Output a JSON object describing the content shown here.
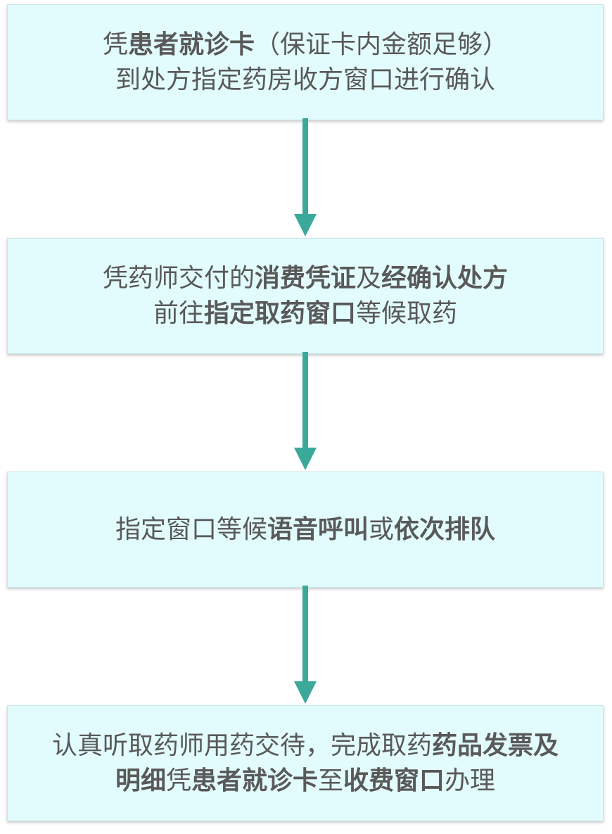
{
  "flowchart": {
    "steps": [
      {
        "lines": [
          [
            {
              "text": "凭",
              "bold": false
            },
            {
              "text": "患者就诊卡",
              "bold": true
            },
            {
              "text": "（保证卡内金额足够）",
              "bold": false
            }
          ],
          [
            {
              "text": "到处方指定药房收方窗口进行确认",
              "bold": false
            }
          ]
        ]
      },
      {
        "lines": [
          [
            {
              "text": "凭药师交付的",
              "bold": false
            },
            {
              "text": "消费凭证",
              "bold": true
            },
            {
              "text": "及",
              "bold": false
            },
            {
              "text": "经确认处方",
              "bold": true
            }
          ],
          [
            {
              "text": "前往",
              "bold": false
            },
            {
              "text": "指定取药窗口",
              "bold": true
            },
            {
              "text": "等候取药",
              "bold": false
            }
          ]
        ]
      },
      {
        "lines": [
          [
            {
              "text": "指定窗口等候",
              "bold": false
            },
            {
              "text": "语音呼叫",
              "bold": true
            },
            {
              "text": "或",
              "bold": false
            },
            {
              "text": "依次排队",
              "bold": true
            }
          ]
        ]
      },
      {
        "lines": [
          [
            {
              "text": "认真听取药师用药交待，完成取药",
              "bold": false
            },
            {
              "text": "药品发票及",
              "bold": true
            }
          ],
          [
            {
              "text": "明细",
              "bold": true
            },
            {
              "text": "凭",
              "bold": false
            },
            {
              "text": "患者就诊卡",
              "bold": true
            },
            {
              "text": "至",
              "bold": false
            },
            {
              "text": "收费窗口",
              "bold": true
            },
            {
              "text": "办理",
              "bold": false
            }
          ]
        ]
      }
    ]
  },
  "colors": {
    "box_fill": "#e2fbfc",
    "box_border": "#c9e6e8",
    "arrow": "#3aa99a",
    "text": "#595959"
  }
}
